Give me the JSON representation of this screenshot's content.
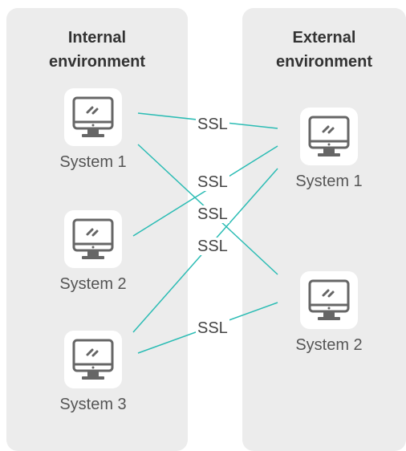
{
  "panels": {
    "internal": {
      "title_line1": "Internal",
      "title_line2": "environment"
    },
    "external": {
      "title_line1": "External",
      "title_line2": "environment"
    }
  },
  "internal_systems": [
    {
      "label": "System 1",
      "icon": "computer-monitor-icon"
    },
    {
      "label": "System 2",
      "icon": "computer-monitor-icon"
    },
    {
      "label": "System 3",
      "icon": "computer-monitor-icon"
    }
  ],
  "external_systems": [
    {
      "label": "System 1",
      "icon": "computer-monitor-icon"
    },
    {
      "label": "System 2",
      "icon": "computer-monitor-icon"
    }
  ],
  "connections": [
    {
      "from": "Internal System 1",
      "to": "External System 1",
      "label": "SSL"
    },
    {
      "from": "Internal System 2",
      "to": "External System 1",
      "label": "SSL"
    },
    {
      "from": "Internal System 1",
      "to": "External System 2",
      "label": "SSL"
    },
    {
      "from": "Internal System 3",
      "to": "External System 1",
      "label": "SSL"
    },
    {
      "from": "Internal System 3",
      "to": "External System 2",
      "label": "SSL"
    }
  ],
  "colors": {
    "connection_line": "#2bbcb4",
    "panel_bg": "#ececec",
    "icon_stroke": "#666666"
  }
}
